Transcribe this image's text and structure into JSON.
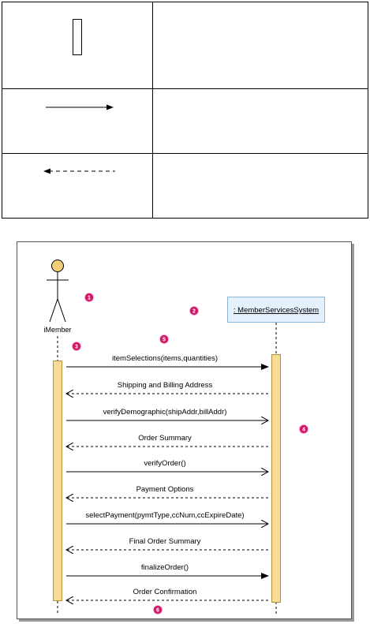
{
  "actor": {
    "name": "iMember"
  },
  "system": {
    "name": ": MemberServicesSystem"
  },
  "messages": [
    {
      "label": "itemSelections(items,quantities)",
      "kind": "call"
    },
    {
      "label": "Shipping and Billing Address",
      "kind": "return"
    },
    {
      "label": "verifyDemographic(shipAddr,billAddr)",
      "kind": "call"
    },
    {
      "label": "Order Summary",
      "kind": "return"
    },
    {
      "label": "verifyOrder()",
      "kind": "call"
    },
    {
      "label": "Payment Options",
      "kind": "return"
    },
    {
      "label": "selectPayment(pymtType,ccNum,ccExpireDate)",
      "kind": "call"
    },
    {
      "label": "Final Order Summary",
      "kind": "return"
    },
    {
      "label": "finalizeOrder()",
      "kind": "call"
    },
    {
      "label": "Order Confirmation",
      "kind": "return"
    }
  ],
  "badges": [
    {
      "id": "badge-1",
      "text": "1"
    },
    {
      "id": "badge-2",
      "text": "2"
    },
    {
      "id": "badge-3",
      "text": "3"
    },
    {
      "id": "badge-4",
      "text": "4"
    },
    {
      "id": "badge-5",
      "text": "5"
    },
    {
      "id": "badge-6",
      "text": "6"
    }
  ],
  "colors": {
    "activation_fill": "#f7dc98",
    "activation_stroke": "#b5913c",
    "actor_head": "#f3cf7a",
    "system_box_fill": "#e4f0fb",
    "system_box_stroke": "#8fb4d9",
    "badge_fill": "#d0186a",
    "frame_stroke": "#555555"
  }
}
